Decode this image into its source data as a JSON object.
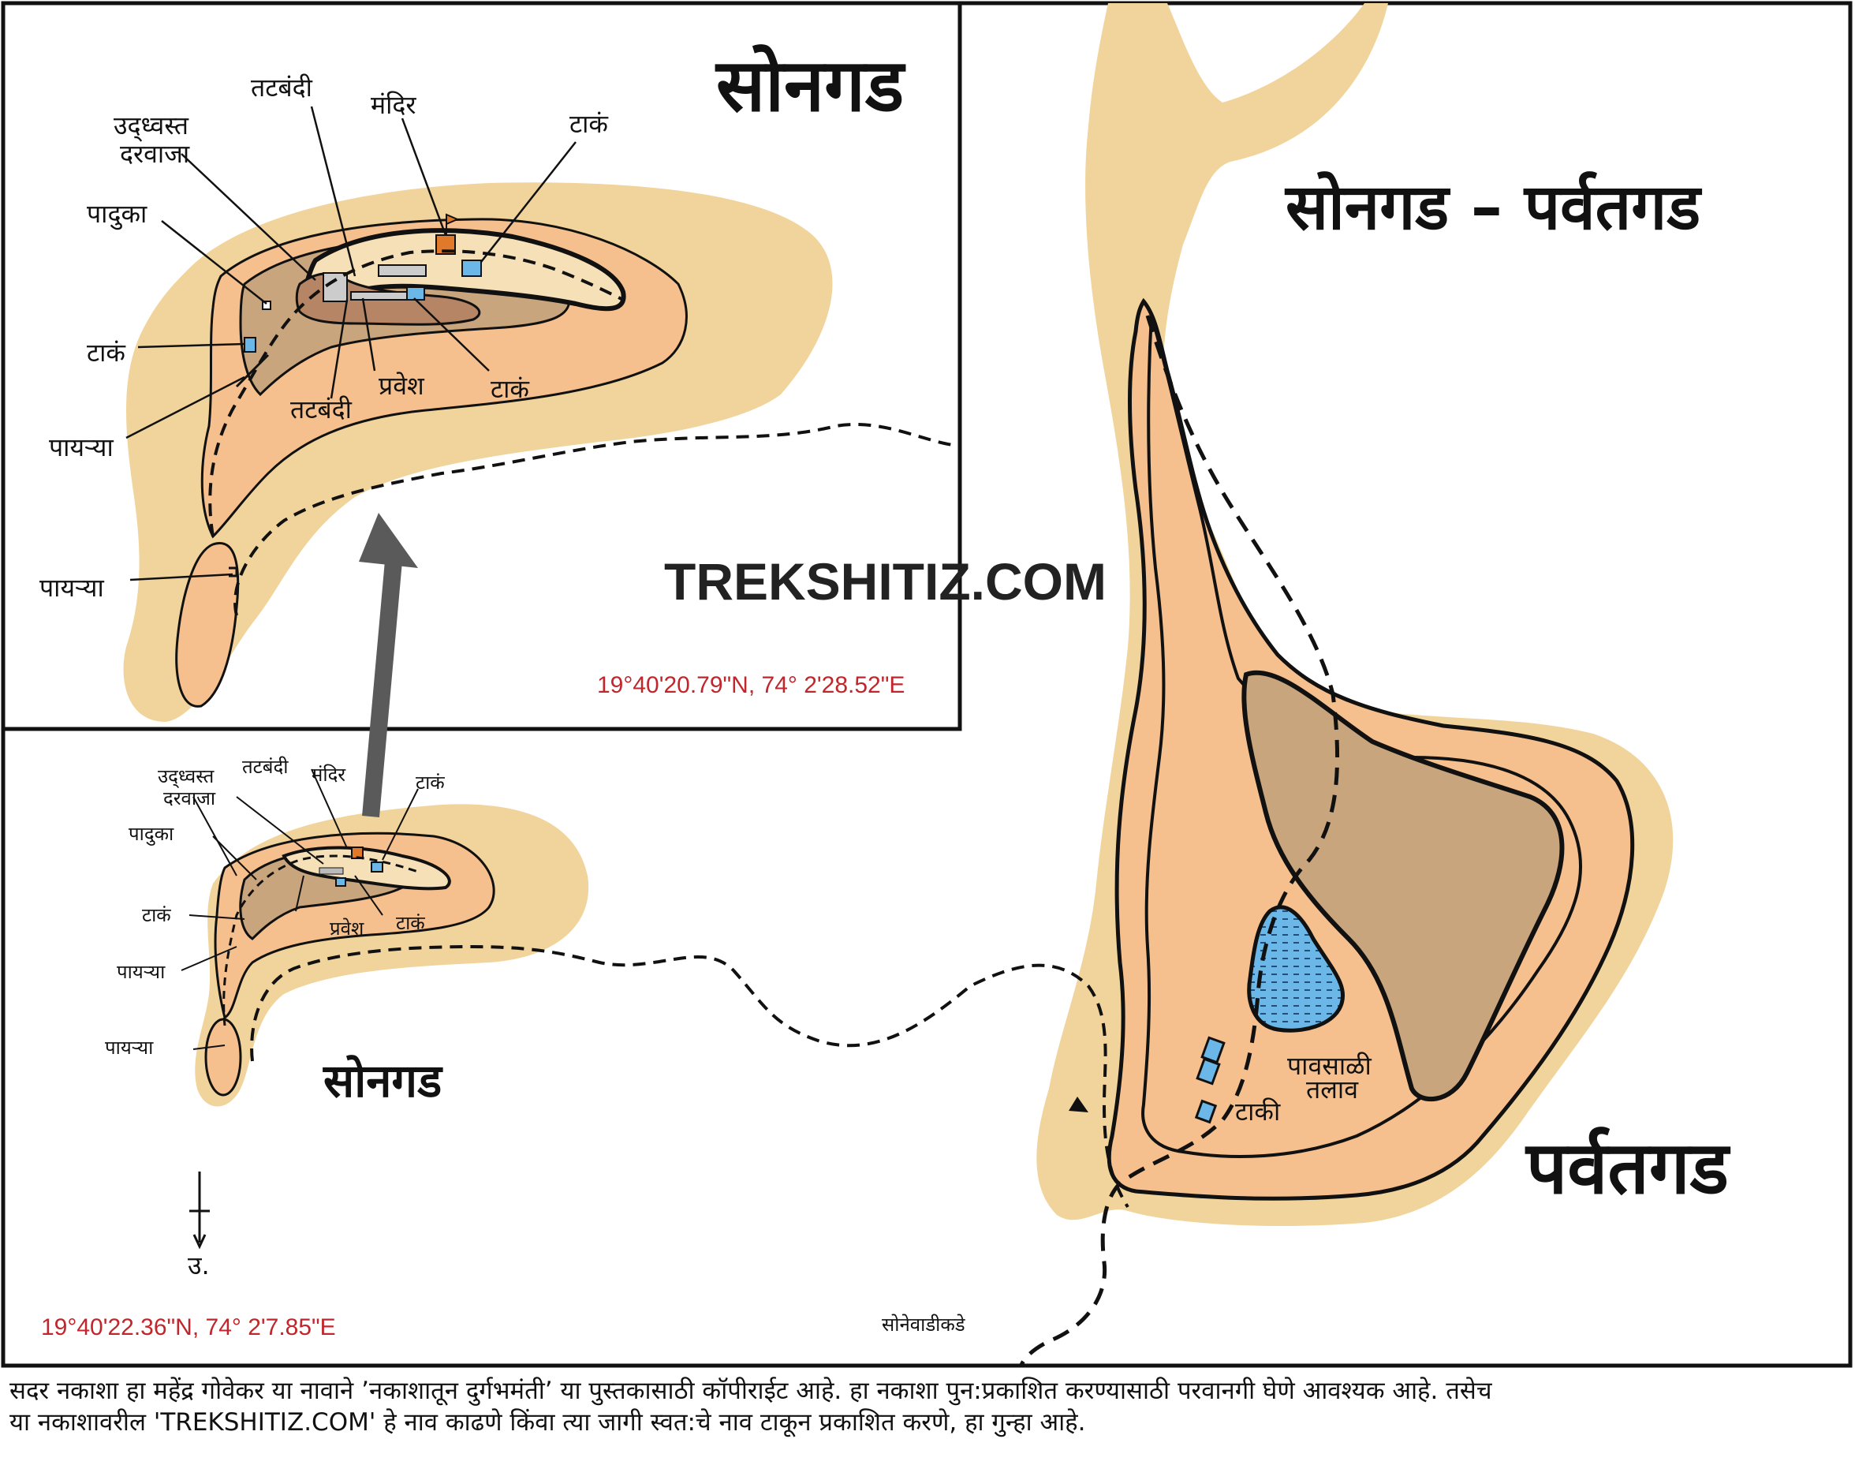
{
  "titles": {
    "songad_inset": "सोनगड",
    "main": "सोनगड – पर्वतगड",
    "songad_overview": "सोनगड",
    "parvatgad": "पर्वतगड"
  },
  "watermark": "TREKSHITIZ.COM",
  "inset_labels": {
    "tatbandi_top": "तटबंदी",
    "mandir": "मंदिर",
    "taank_top": "टाकं",
    "udhvast_1": "उद्ध्वस्त",
    "udhvast_2": "दरवाजा",
    "paduka": "पादुका",
    "taank_left": "टाकं",
    "payrya_1": "पायऱ्या",
    "payrya_2": "पायऱ्या",
    "tatbandi_bottom": "तटबंदी",
    "pravesh": "प्रवेश",
    "taank_bottom": "टाकं"
  },
  "overview_labels": {
    "tatbandi": "तटबंदी",
    "mandir": "मंदिर",
    "taank_top": "टाकं",
    "udhvast_1": "उद्ध्वस्त",
    "udhvast_2": "दरवाजा",
    "paduka": "पादुका",
    "taank_left": "टाकं",
    "payrya_1": "पायऱ्या",
    "payrya_2": "पायऱ्या",
    "pravesh": "प्रवेश",
    "taank_bottom": "टाकं"
  },
  "parvatgad_labels": {
    "pavsali_1": "पावसाळी",
    "pavsali_2": "तलाव",
    "taki": "टाकी",
    "sonewadi": "सोनेवाडीकडे"
  },
  "north": "उ.",
  "coords": {
    "inset": "19°40'20.79\"N, 74° 2'28.52\"E",
    "overview": "19°40'22.36\"N, 74° 2'7.85\"E"
  },
  "footer": {
    "line1": "सदर नकाशा हा महेंद्र गोवेकर या नावाने ’नकाशातून दुर्गभमंती’ या पुस्तकासाठी कॉपीराईट आहे. हा नकाशा पुन:प्रकाशित करण्यासाठी परवानगी घेणे आवश्यक आहे. तसेच",
    "line2": "या नकाशावरील 'TREKSHITIZ.COM' हे नाव काढणे किंवा त्या जागी स्वत:चे नाव टाकून प्रकाशित करणे, हा गुन्हा आहे."
  },
  "colors": {
    "outer_terrain": "#f1d49b",
    "mid_terrain": "#f5c08e",
    "inner_terrain": "#c9a57d",
    "top_terrain": "#b58565",
    "water": "#6bb8e8",
    "temple": "#e07a2a",
    "coord_text": "#c0262b",
    "arrow": "#5a5a5a"
  }
}
